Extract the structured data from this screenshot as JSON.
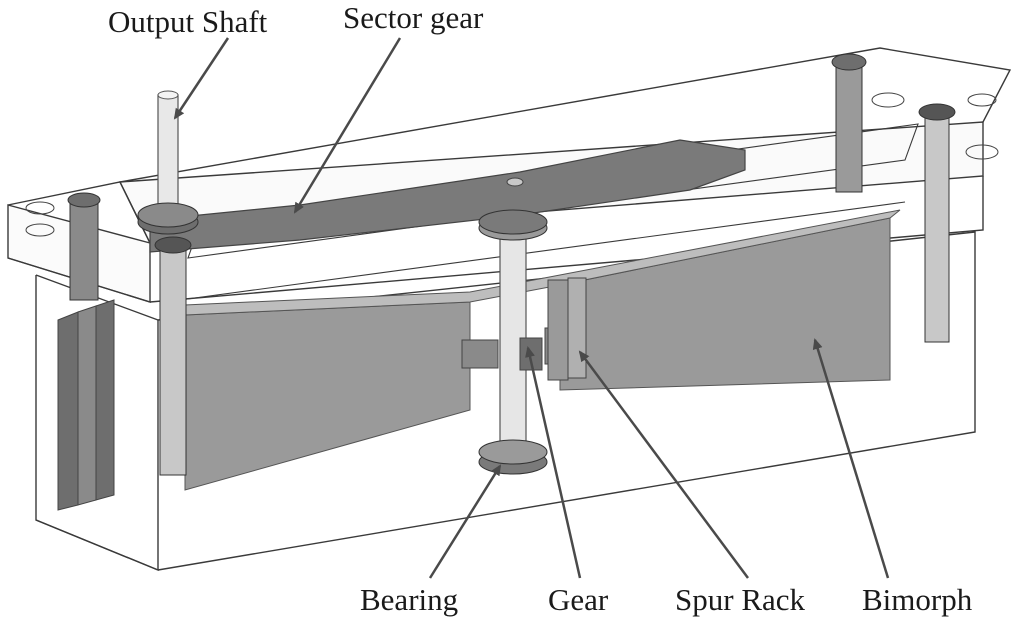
{
  "labels": {
    "output_shaft": "Output Shaft",
    "sector_gear": "Sector gear",
    "bearing": "Bearing",
    "gear": "Gear",
    "spur_rack": "Spur Rack",
    "bimorph": "Bimorph"
  },
  "colors": {
    "outline": "#3a3a3a",
    "dark_part": "#6e6e6e",
    "mid_part": "#9a9a9a",
    "light_part": "#c8c8c8",
    "leader_line": "#4a4a4a"
  }
}
